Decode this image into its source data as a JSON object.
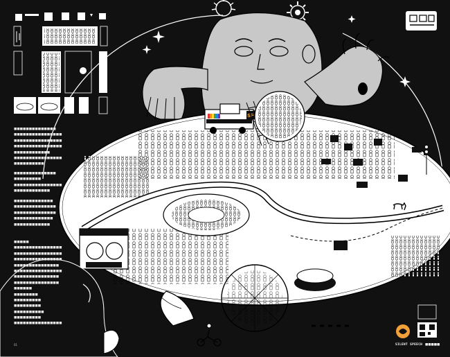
{
  "poster": {
    "background_color": "#111111",
    "ink_color": "#000000",
    "paper_color": "#ffffff",
    "giant_color": "#c8c8c8",
    "brand_accent": "#f2a03a",
    "brand_name": "SILENT SPEECH",
    "brand_sub": "■■■■■",
    "page_number": "01",
    "truck_logo": "SPE",
    "truck_rainbow": [
      "#e53935",
      "#fb8c00",
      "#fdd835",
      "#43a047",
      "#1e88e5",
      "#8e24aa"
    ],
    "text_blocks": [
      {
        "lines": [
          "■■■■■■■■■■■■■■",
          "■■■■■■■■■■■■■■■■",
          "■■■■■■■■■■■■■■■■",
          "■■■■■■■■■■■■■■■■",
          "■■■■■■■■■■■■",
          "■■■■■■■■■■■■■■■■",
          "■■■■■■■■■■"
        ]
      },
      {
        "lines": [
          "■■■■■■■■■■■■■■",
          "■■■■■■■■■",
          "■■■■■■■■■■■■■■■■",
          "■■■■■■■■■■■■"
        ]
      },
      {
        "lines": [
          "■■■■■■■■■■■■■",
          "■■■■■■■■■■■■■■",
          "■■■■■■■■■■■■■■",
          "■■■■■■■■■■■■■",
          "■■■■■■■■■■■■"
        ]
      },
      {
        "lines": [
          "■■■■■",
          "■■■■■■■■■■■■■■■■",
          "■■■■■■■■■■■■■■■■",
          "■■■■■■■■■■■■■■■■",
          "■■■■■■■■■■■■■■■",
          "■■■■■■■■■■■■■■■■",
          "■■■■■■■■■■■■■■■",
          "■■■■■■■■■■■■■■■",
          "■■■■■■",
          "■■■■■■■■",
          "■■■■■■■■■",
          "■■■■■■■■■",
          "■■■■■■■■■■",
          "■■■■■■■■■",
          "■■■■■■■■■■■■■■■■"
        ]
      }
    ]
  }
}
